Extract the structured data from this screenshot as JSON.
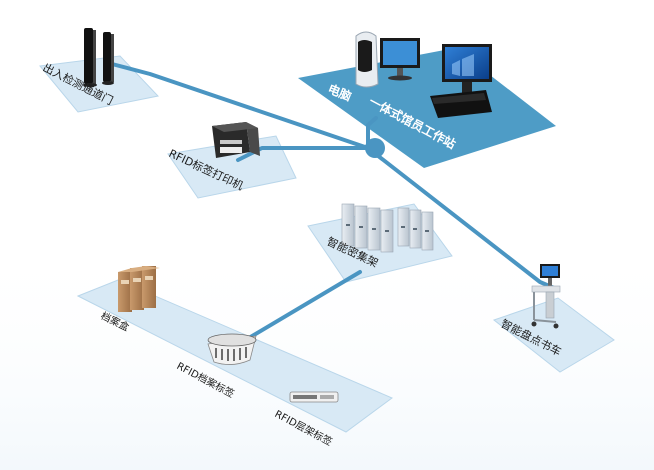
{
  "nodes": {
    "gate": {
      "label": "出入检测通道门"
    },
    "computer": {
      "label": "电脑"
    },
    "workstation": {
      "label": "一体式馆员工作站"
    },
    "printer": {
      "label": "RFID标签打印机"
    },
    "shelf": {
      "label": "智能密集架"
    },
    "cart": {
      "label": "智能盘点书车"
    },
    "archive_box": {
      "label": "档案盒"
    },
    "archive_tag": {
      "label": "RFID档案标签"
    },
    "shelf_tag": {
      "label": "RFID层架标签"
    }
  },
  "colors": {
    "network_line": "#4a95c2",
    "dark_panel": "#4e9cc6",
    "light_panel": "#d8e9f5",
    "panel_edge": "#b9d6ea"
  }
}
